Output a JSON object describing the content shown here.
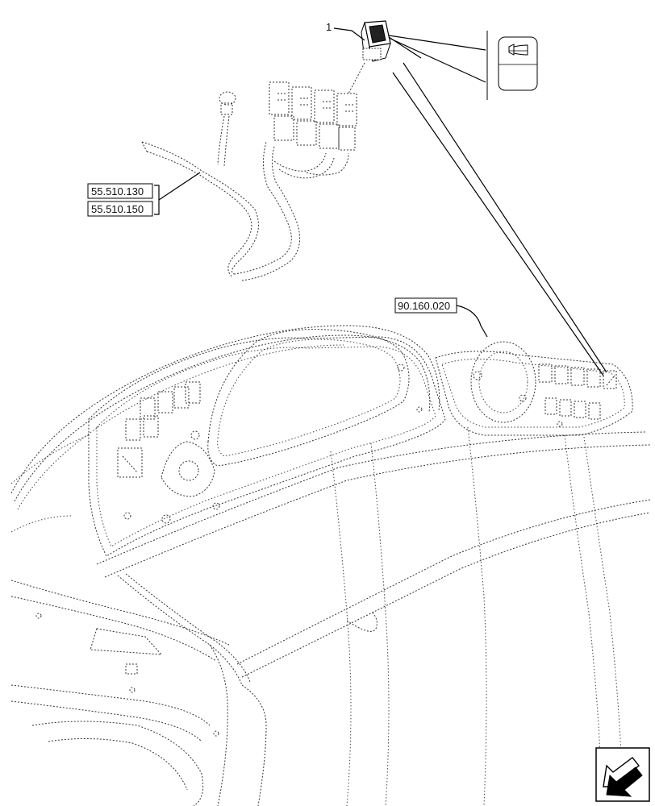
{
  "callouts": {
    "item_number": "1",
    "ref_1": "55.510.130",
    "ref_2": "55.510.150",
    "ref_3": "90.160.020"
  },
  "icons": {
    "horn_symbol": "horn-icon",
    "nav_arrow": "next-page-arrow-icon"
  }
}
